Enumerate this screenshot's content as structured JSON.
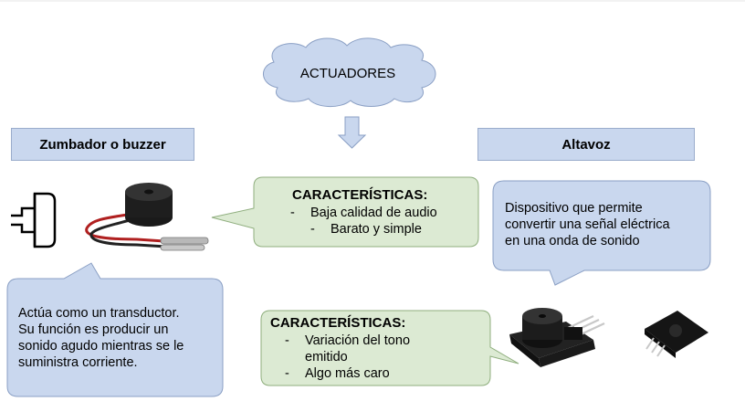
{
  "title": "ACTUADORES",
  "left_label": "Zumbador o buzzer",
  "right_label": "Altavoz",
  "buzzer_features": {
    "heading": "CARACTERÍSTICAS:",
    "items": [
      "Baja calidad de audio",
      "Barato y simple"
    ]
  },
  "buzzer_description": [
    "Actúa como un transductor.",
    "Su función es producir un",
    "sonido agudo mientras se le",
    "suministra corriente."
  ],
  "speaker_description": [
    "Dispositivo que permite",
    "convertir una señal eléctrica",
    "en una onda de sonido"
  ],
  "speaker_features": {
    "heading": "CARACTERÍSTICAS:",
    "items": [
      "Variación del tono",
      "emitido",
      "Algo más caro"
    ]
  },
  "bullet": "-",
  "colors": {
    "blue_fill": "#c9d7ee",
    "blue_stroke": "#8a9fc4",
    "green_fill": "#dcead3",
    "green_stroke": "#8fae7e",
    "arrow_fill": "#c9d7ee"
  }
}
